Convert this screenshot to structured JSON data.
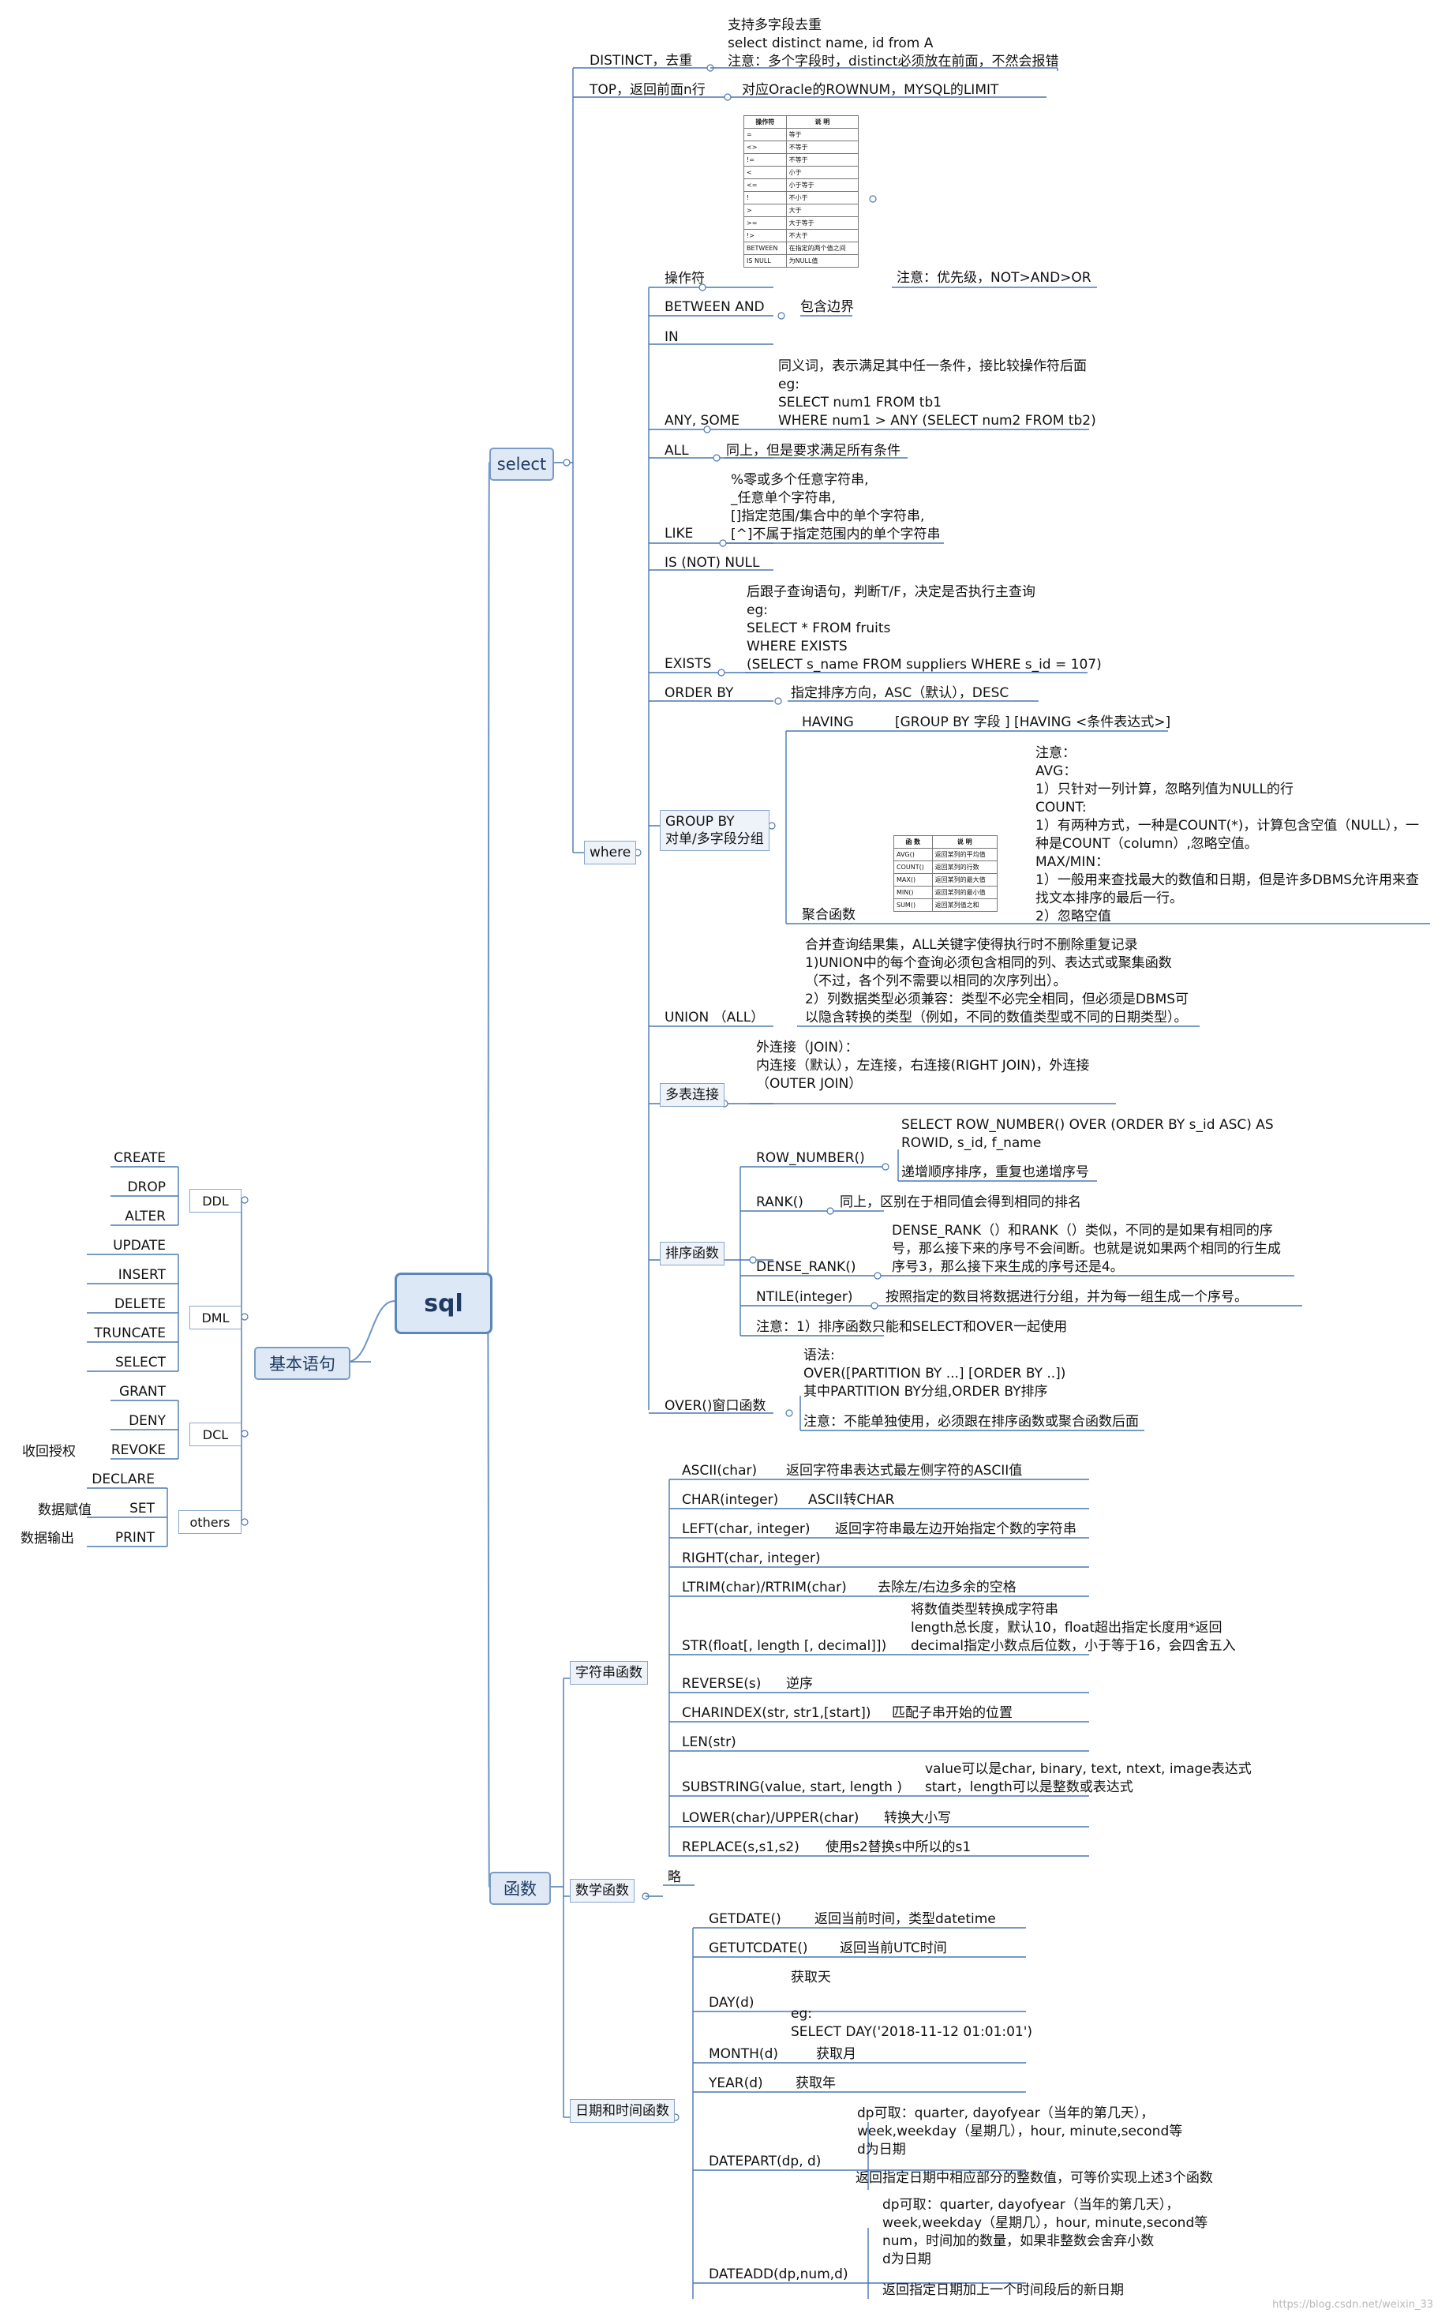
{
  "root": {
    "label": "sql"
  },
  "branches": {
    "select": "select",
    "where": "where",
    "functions": "函数",
    "basic": "基本语句"
  },
  "select_items": {
    "distinct": {
      "label": "DISTINCT，去重",
      "notes": "支持多字段去重\nselect distinct name, id from A\n注意：多个字段时，distinct必须放在前面，不然会报错"
    },
    "top": {
      "label": "TOP，返回前面n行",
      "notes": "对应Oracle的ROWNUM，MYSQL的LIMIT"
    }
  },
  "operator_table": {
    "headers": [
      "操作符",
      "说 明"
    ],
    "rows": [
      [
        "=",
        "等于"
      ],
      [
        "<>",
        "不等于"
      ],
      [
        "!=",
        "不等于"
      ],
      [
        "<",
        "小于"
      ],
      [
        "<=",
        "小于等于"
      ],
      [
        "!",
        "不小于"
      ],
      [
        ">",
        "大于"
      ],
      [
        ">=",
        "大于等于"
      ],
      [
        "!>",
        "不大于"
      ],
      [
        "BETWEEN",
        "在指定的两个值之间"
      ],
      [
        "IS NULL",
        "为NULL值"
      ]
    ]
  },
  "where_items": {
    "operator": {
      "label": "操作符",
      "note": "注意：优先级，NOT>AND>OR"
    },
    "between": {
      "label": "BETWEEN AND",
      "note": "包含边界"
    },
    "in": {
      "label": "IN"
    },
    "any": {
      "label": "ANY, SOME",
      "note": "同义词，表示满足其中任一条件，接比较操作符后面\neg:\nSELECT num1 FROM tb1\nWHERE num1 > ANY (SELECT num2 FROM tb2)"
    },
    "all": {
      "label": "ALL",
      "note": "同上，但是要求满足所有条件"
    },
    "like": {
      "label": "LIKE",
      "note": "%零或多个任意字符串,\n_任意单个字符串,\n[]指定范围/集合中的单个字符串,\n[^]不属于指定范围内的单个字符串"
    },
    "isnull": {
      "label": "IS (NOT) NULL"
    },
    "exists": {
      "label": "EXISTS",
      "note": "后跟子查询语句，判断T/F，决定是否执行主查询\neg:\nSELECT * FROM fruits\nWHERE EXISTS\n(SELECT s_name FROM suppliers WHERE s_id = 107)"
    },
    "orderby": {
      "label": "ORDER BY",
      "note": "指定排序方向，ASC（默认），DESC"
    },
    "groupby": {
      "label": "GROUP BY\n对单/多字段分组"
    },
    "having": {
      "label": "HAVING",
      "note": "[GROUP BY 字段 ] [HAVING <条件表达式>]"
    },
    "aggregate": {
      "label": "聚合函数",
      "note": "注意：\nAVG：\n1）只针对一列计算，忽略列值为NULL的行\nCOUNT:\n1）有两种方式，一种是COUNT(*)，计算包含空值（NULL），一\n种是COUNT（column）,忽略空值。\nMAX/MIN：\n1）一般用来查找最大的数值和日期，但是许多DBMS允许用来查\n找文本排序的最后一行。\n2）忽略空值"
    },
    "union": {
      "label": "UNION （ALL）",
      "note": "合并查询结果集，ALL关键字使得执行时不删除重复记录\n1)UNION中的每个查询必须包含相同的列、表达式或聚集函数\n（不过，各个列不需要以相同的次序列出）。\n2）列数据类型必须兼容：类型不必完全相同，但必须是DBMS可\n以隐含转换的类型（例如，不同的数值类型或不同的日期类型）。"
    },
    "join": {
      "label": "多表连接",
      "note": "外连接（JOIN）：\n内连接（默认），左连接，右连接(RIGHT JOIN)，外连接\n（OUTER JOIN）"
    },
    "ranking": {
      "label": "排序函数"
    },
    "rownumber": {
      "label": "ROW_NUMBER()",
      "note1": "SELECT ROW_NUMBER() OVER (ORDER BY s_id ASC) AS\nROWID, s_id, f_name",
      "note2": "递增顺序排序，重复也递增序号"
    },
    "rank": {
      "label": "RANK()",
      "note": "同上，区别在于相同值会得到相同的排名"
    },
    "denserank": {
      "label": "DENSE_RANK()",
      "note": "DENSE_RANK（）和RANK（）类似，不同的是如果有相同的序\n号，那么接下来的序号不会间断。也就是说如果两个相同的行生成\n序号3，那么接下来生成的序号还是4。"
    },
    "ntile": {
      "label": "NTILE(integer)",
      "note": "按照指定的数目将数据进行分组，并为每一组生成一个序号。"
    },
    "ranknote": {
      "label": "注意：1）排序函数只能和SELECT和OVER一起使用"
    },
    "over": {
      "label": "OVER()窗口函数",
      "note1": "语法:\nOVER([PARTITION BY ...] [ORDER BY ..])\n其中PARTITION BY分组,ORDER BY排序",
      "note2": "注意：不能单独使用，必须跟在排序函数或聚合函数后面"
    }
  },
  "agg_table": {
    "headers": [
      "函 数",
      "说 明"
    ],
    "rows": [
      [
        "AVG()",
        "返回某列的平均值"
      ],
      [
        "COUNT()",
        "返回某列的行数"
      ],
      [
        "MAX()",
        "返回某列的最大值"
      ],
      [
        "MIN()",
        "返回某列的最小值"
      ],
      [
        "SUM()",
        "返回某列值之和"
      ]
    ]
  },
  "string_funcs": {
    "label": "字符串函数",
    "items": [
      {
        "name": "ASCII(char)",
        "note": "返回字符串表达式最左侧字符的ASCII值"
      },
      {
        "name": "CHAR(integer)",
        "note": "ASCII转CHAR"
      },
      {
        "name": "LEFT(char, integer)",
        "note": "返回字符串最左边开始指定个数的字符串"
      },
      {
        "name": "RIGHT(char, integer)",
        "note": ""
      },
      {
        "name": "LTRIM(char)/RTRIM(char)",
        "note": "去除左/右边多余的空格"
      },
      {
        "name": "STR(float[, length [, decimal]])",
        "note": "将数值类型转换成字符串\nlength总长度，默认10，float超出指定长度用*返回\ndecimal指定小数点后位数，小于等于16，会四舍五入"
      },
      {
        "name": "REVERSE(s)",
        "note": "逆序"
      },
      {
        "name": "CHARINDEX(str, str1,[start])",
        "note": "匹配子串开始的位置"
      },
      {
        "name": "LEN(str)",
        "note": ""
      },
      {
        "name": "SUBSTRING(value, start, length )",
        "note": "value可以是char, binary, text, ntext, image表达式\nstart，length可以是整数或表达式"
      },
      {
        "name": "LOWER(char)/UPPER(char)",
        "note": "转换大小写"
      },
      {
        "name": "REPLACE(s,s1,s2)",
        "note": "使用s2替换s中所以的s1"
      }
    ]
  },
  "math_funcs": {
    "label": "数学函数",
    "note": "略"
  },
  "date_funcs": {
    "label": "日期和时间函数",
    "items": [
      {
        "name": "GETDATE()",
        "note": "返回当前时间，类型datetime"
      },
      {
        "name": "GETUTCDATE()",
        "note": "返回当前UTC时间"
      },
      {
        "name": "DAY(d)",
        "note": "获取天\n\neg:\nSELECT DAY('2018-11-12 01:01:01')"
      },
      {
        "name": "MONTH(d)",
        "note": "获取月"
      },
      {
        "name": "YEAR(d)",
        "note": "获取年"
      },
      {
        "name": "DATEPART(dp, d)",
        "note": "dp可取：quarter, dayofyear（当年的第几天），\nweek,weekday（星期几），hour, minute,second等\nd为日期",
        "note2": "返回指定日期中相应部分的整数值，可等价实现上述3个函数"
      },
      {
        "name": "DATEADD(dp,num,d)",
        "note": "dp可取：quarter, dayofyear（当年的第几天），\nweek,weekday（星期几），hour, minute,second等\nnum，时间加的数量，如果非整数会舍弃小数\nd为日期",
        "note2": "返回指定日期加上一个时间段后的新日期"
      }
    ]
  },
  "basic": {
    "ddl": {
      "label": "DDL",
      "items": [
        "CREATE",
        "DROP",
        "ALTER"
      ]
    },
    "dml": {
      "label": "DML",
      "items": [
        "UPDATE",
        "INSERT",
        "DELETE",
        "TRUNCATE",
        "SELECT"
      ]
    },
    "dcl": {
      "label": "DCL",
      "items": [
        "GRANT",
        "DENY",
        "REVOKE"
      ],
      "revoke_note": "收回授权"
    },
    "others": {
      "label": "others",
      "items": [
        "DECLARE",
        "SET",
        "PRINT"
      ],
      "set_note": "数据赋值",
      "print_note": "数据输出"
    }
  },
  "footer": "https://blog.csdn.net/weixin_33"
}
